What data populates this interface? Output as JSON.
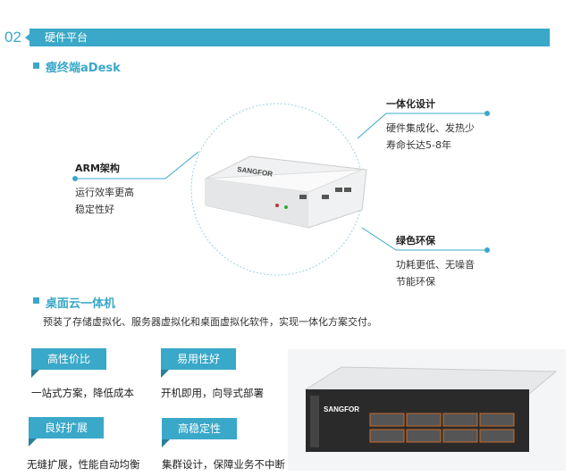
{
  "header": {
    "number": "02",
    "title": "硬件平台"
  },
  "section1": {
    "title": "瘦终端aDesk",
    "features": [
      {
        "title": "ARM架构",
        "lines": [
          "运行效率更高",
          "稳定性好"
        ]
      },
      {
        "title": "一体化设计",
        "lines": [
          "硬件集成化、发热少",
          "寿命长达5-8年"
        ]
      },
      {
        "title": "绿色环保",
        "lines": [
          "功耗更低、无噪音",
          "节能环保"
        ]
      }
    ],
    "device_brand": "SANGFOR"
  },
  "section2": {
    "title": "桌面云一体机",
    "description": "预装了存储虚拟化、服务器虚拟化和桌面虚拟化软件，实现一体化方案交付。",
    "tags": [
      {
        "label": "高性价比",
        "desc": "一站式方案，降低成本"
      },
      {
        "label": "易用性好",
        "desc": "开机即用，向导式部署"
      },
      {
        "label": "良好扩展",
        "desc": "无缝扩展，性能自动均衡"
      },
      {
        "label": "高稳定性",
        "desc": "集群设计，保障业务不中断"
      }
    ],
    "server_brand": "SANGFOR"
  },
  "colors": {
    "accent": "#3aa8c8"
  }
}
